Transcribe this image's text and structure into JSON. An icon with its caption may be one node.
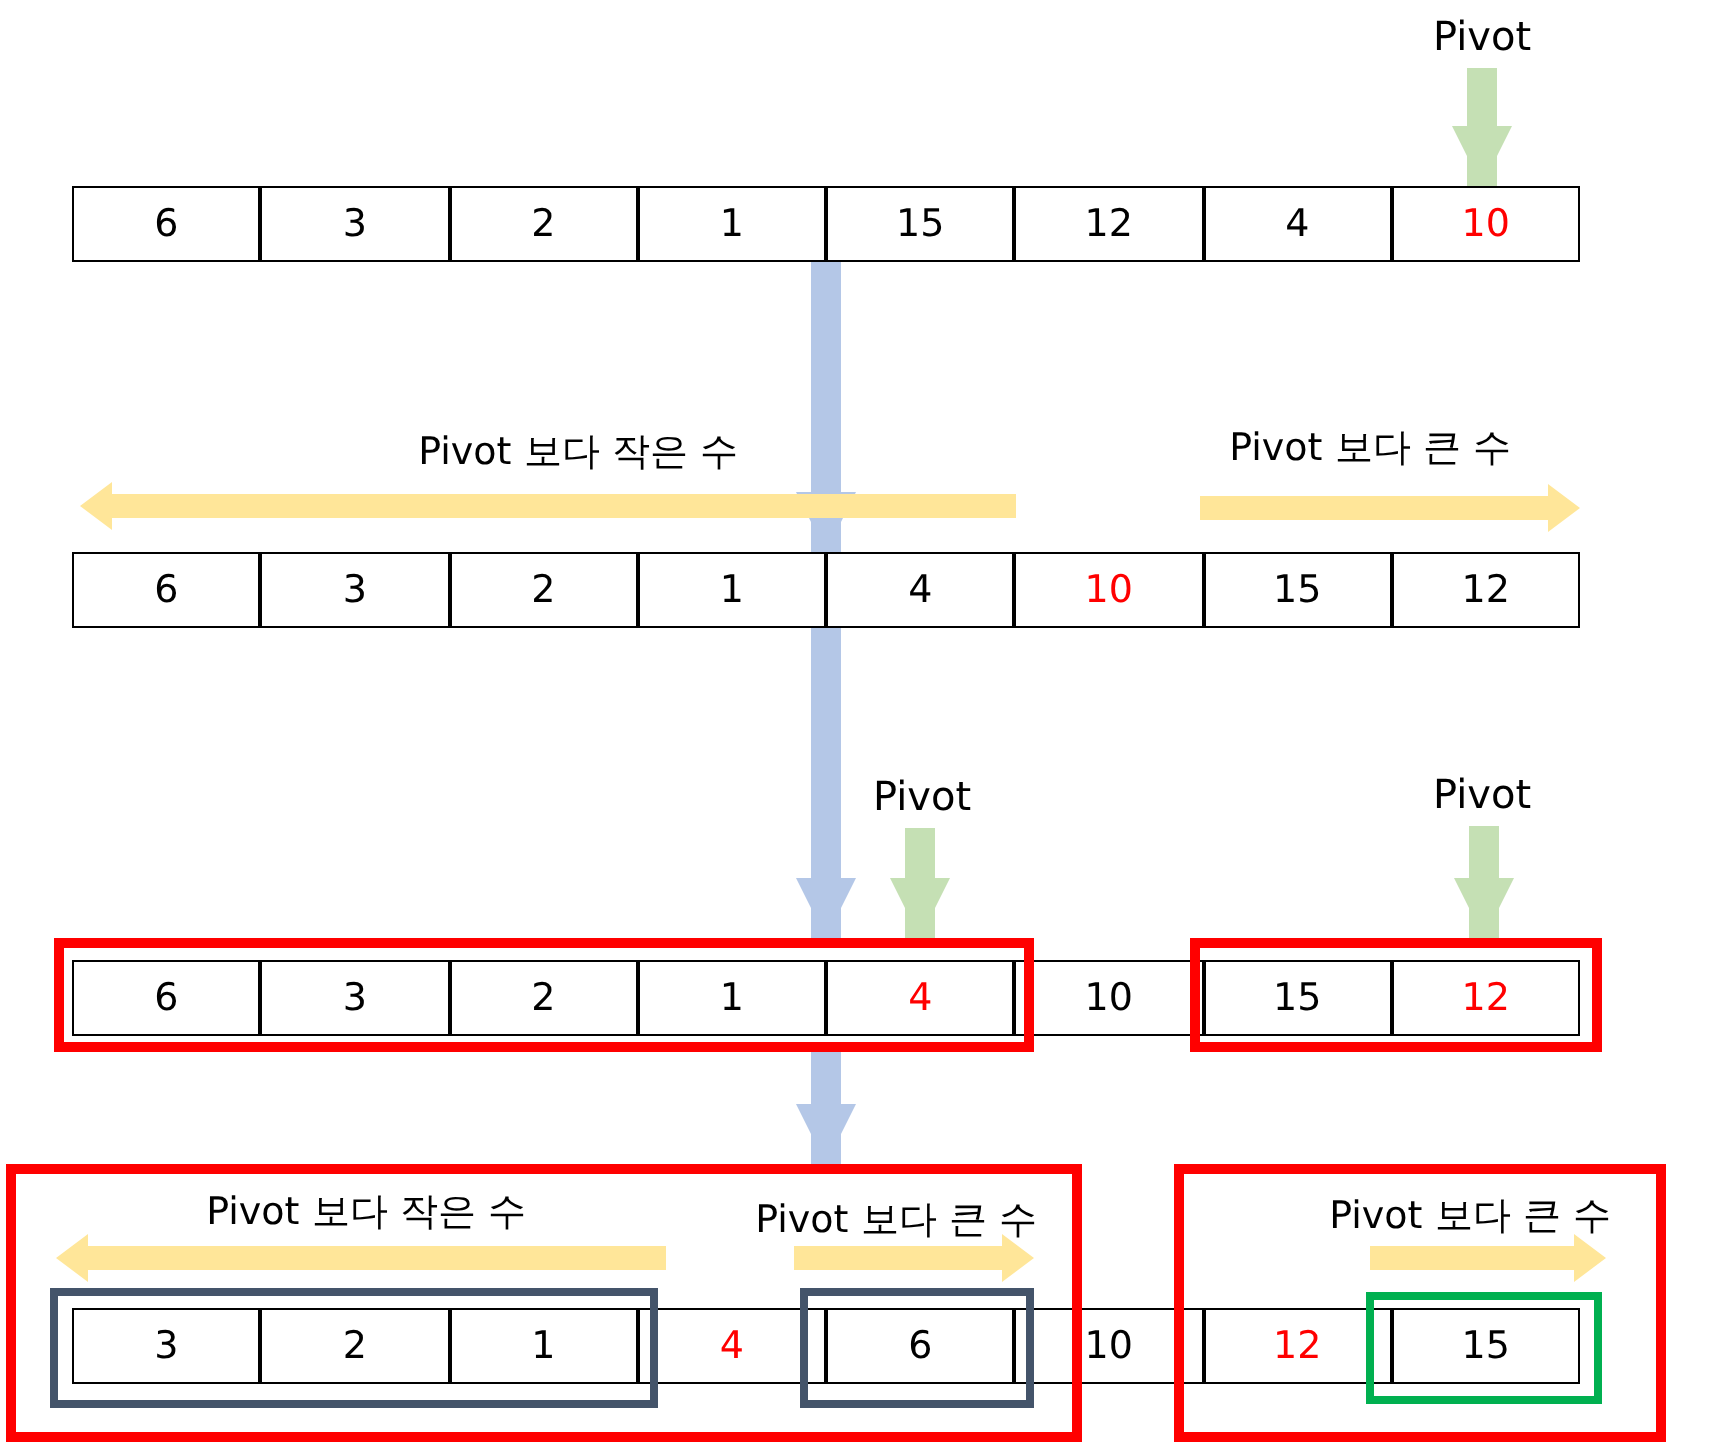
{
  "diagram": {
    "nodes": [
      {
        "text": [
          "Pivot"
        ]
      },
      {
        "text": [],
        "shape": "box"
      },
      {
        "text": [
          "6"
        ],
        "in": 1
      },
      {
        "text": [
          "3"
        ],
        "in": 1
      },
      {
        "text": [
          "2"
        ],
        "in": 1
      },
      {
        "text": [
          "1"
        ],
        "in": 1
      },
      {
        "text": [
          "15"
        ],
        "in": 1
      },
      {
        "text": [
          "12"
        ],
        "in": 1
      },
      {
        "text": [
          "4"
        ],
        "in": 1
      },
      {
        "text": [
          "10"
        ],
        "in": 1
      },
      {
        "text": [],
        "shape": "box"
      },
      {
        "text": [
          "6"
        ],
        "in": 10
      },
      {
        "text": [
          "3"
        ],
        "in": 10
      },
      {
        "text": [
          "2"
        ],
        "in": 10
      },
      {
        "text": [
          "1"
        ],
        "in": 10
      },
      {
        "text": [
          "4"
        ],
        "in": 10
      },
      {
        "text": [
          "10"
        ],
        "in": 10
      },
      {
        "text": [
          "15"
        ],
        "in": 10
      },
      {
        "text": [
          "12"
        ],
        "in": 10
      },
      {
        "text": [
          "Pivot"
        ]
      },
      {
        "text": [
          "Pivot"
        ]
      },
      {
        "text": [],
        "shape": "box"
      },
      {
        "text": [],
        "shape": "box"
      },
      {
        "text": [
          "6"
        ]
      },
      {
        "text": [
          "3"
        ]
      },
      {
        "text": [
          "2"
        ]
      },
      {
        "text": [
          "1"
        ]
      },
      {
        "text": [
          "4"
        ]
      },
      {
        "text": [
          "10"
        ],
        "in": 21
      },
      {
        "text": [],
        "shape": "box"
      },
      {
        "text": [
          "15"
        ]
      },
      {
        "text": [
          "12"
        ]
      },
      {
        "text": [],
        "shape": "box"
      },
      {
        "text": [],
        "shape": "box"
      },
      {
        "text": [],
        "shape": "box",
        "in": 33
      },
      {
        "text": [
          "3"
        ]
      },
      {
        "text": [
          "2"
        ]
      },
      {
        "text": [
          "1"
        ]
      },
      {
        "text": [
          "4"
        ]
      },
      {
        "text": [],
        "shape": "box",
        "in": 33
      },
      {
        "text": [
          "6"
        ]
      },
      {
        "text": [
          "10"
        ],
        "in": 32
      },
      {
        "text": [],
        "shape": "box"
      },
      {
        "text": [
          "12"
        ]
      },
      {
        "text": [],
        "shape": "box",
        "in": 42
      },
      {
        "text": [
          "15"
        ]
      }
    ],
    "edges": [
      {
        "from": 0,
        "to": 9,
        "arrow": "to",
        "color": "#c5e0b4"
      },
      {
        "from": 1,
        "to": 10,
        "arrow": "to"
      },
      {
        "from": 10,
        "to": 22,
        "arrow": "to"
      },
      {
        "from": 19,
        "to": 22,
        "arrow": "to",
        "color": "#c5e0b4"
      },
      {
        "from": 20,
        "to": 29,
        "arrow": "to",
        "color": "#c5e0b4"
      },
      {
        "from": 22,
        "to": 33,
        "arrow": "to"
      }
    ],
    "labels": [
      "Pivot 보다 작은 수",
      "Pivot 보다 큰 수",
      "Pivot 보다 작은 수",
      "Pivot 보다 큰 수",
      "Pivot 보다 큰 수"
    ]
  }
}
